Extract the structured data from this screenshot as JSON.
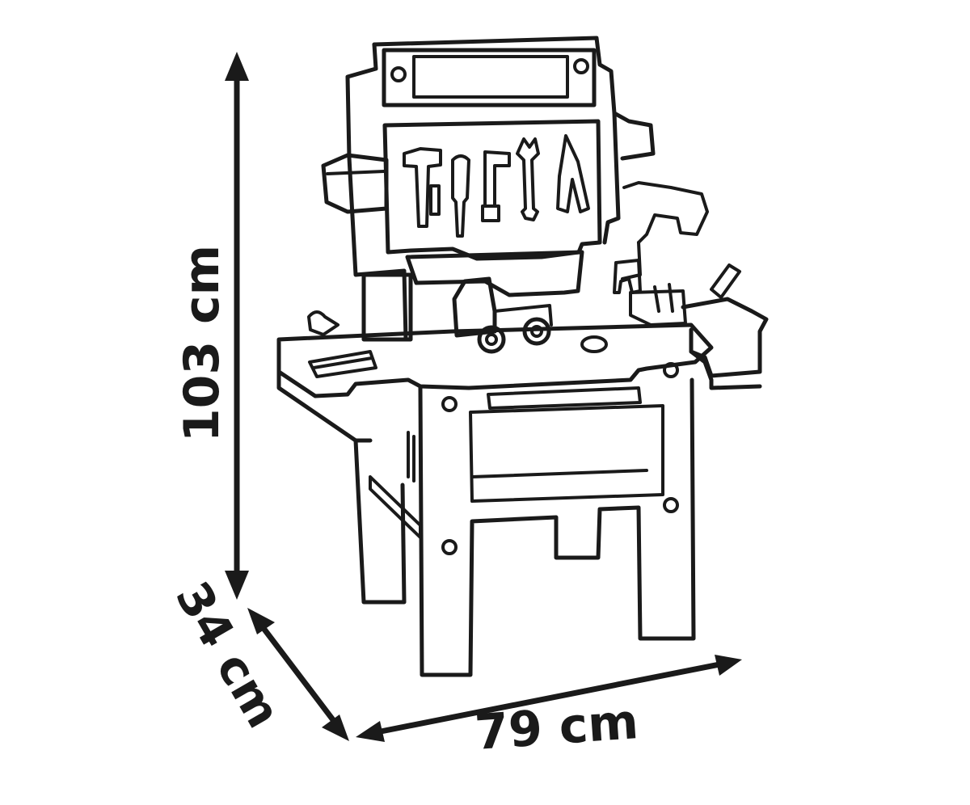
{
  "figure": {
    "dimensions": {
      "height_label": "103 cm",
      "depth_label": "34 cm",
      "width_label": "79 cm"
    },
    "colors": {
      "ink": "#1a1a1a",
      "background": "#ffffff"
    }
  }
}
